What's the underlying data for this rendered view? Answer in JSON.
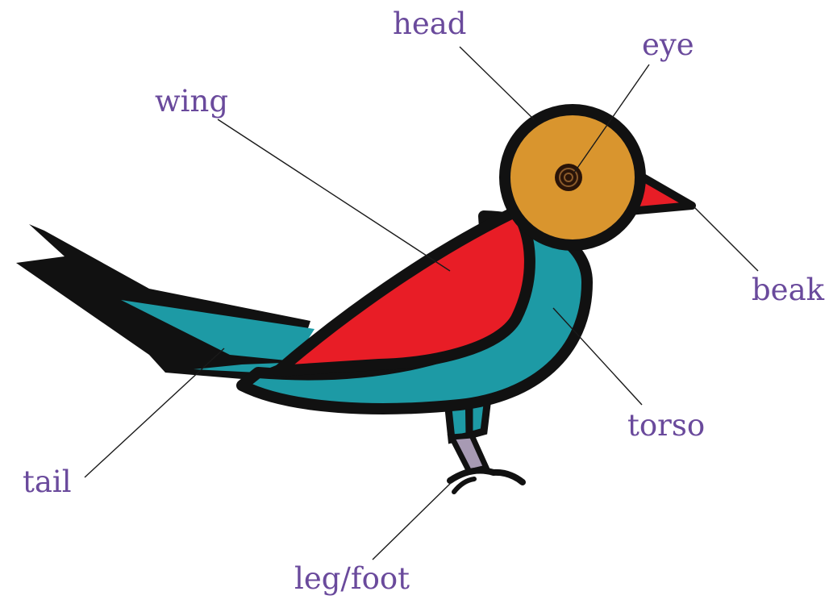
{
  "labels": {
    "head": "head",
    "eye": "eye",
    "wing": "wing",
    "beak": "beak",
    "torso": "torso",
    "tail": "tail",
    "leg_foot": "leg/foot"
  },
  "colors": {
    "label_text": "#6a4a9c",
    "outline": "#111111",
    "head": "#d9952e",
    "wing": "#e81d26",
    "beak": "#e81d26",
    "body": "#1d9aa5",
    "legs": "#a79ab3"
  }
}
